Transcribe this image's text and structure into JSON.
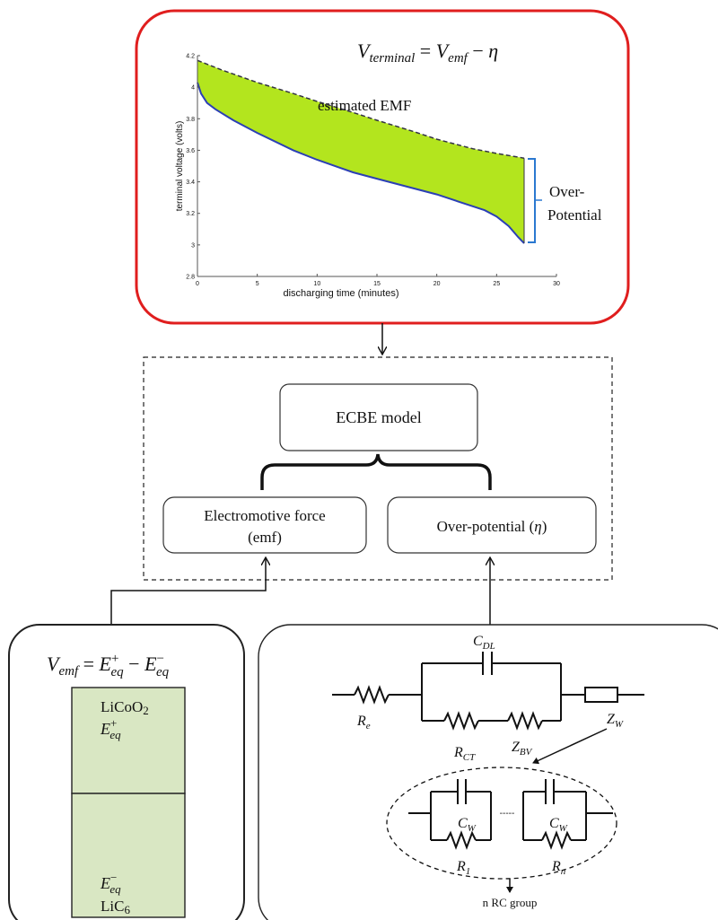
{
  "plot_panel": {
    "equation": {
      "lhs": "V",
      "lhs_sub": "terminal",
      "eq": " = ",
      "rhs": "V",
      "rhs_sub": "emf",
      "minus": " − ",
      "symbol": "η"
    },
    "emf_label": "estimated EMF",
    "overpotential_label_line1": "Over-",
    "overpotential_label_line2": "Potential",
    "border_color": "#e01e1e",
    "fill_color": "#b3e51e",
    "curve_color": "#2b3fb5"
  },
  "chart_data": {
    "type": "area",
    "xlabel": "discharging time (minutes)",
    "ylabel": "terminal voltage (volts)",
    "xlim": [
      0,
      30
    ],
    "ylim": [
      2.8,
      4.2
    ],
    "x_ticks": [
      "0",
      "5",
      "10",
      "15",
      "20",
      "25",
      "30"
    ],
    "y_ticks": [
      "2.8",
      "3",
      "3.2",
      "3.4",
      "3.6",
      "3.8",
      "4",
      "4.2"
    ],
    "series": [
      {
        "name": "estimated EMF",
        "x": [
          0,
          2,
          5,
          8,
          10,
          13,
          15,
          18,
          20,
          23,
          25,
          27.3
        ],
        "y": [
          4.17,
          4.11,
          4.03,
          3.96,
          3.91,
          3.84,
          3.79,
          3.72,
          3.67,
          3.61,
          3.58,
          3.55
        ]
      },
      {
        "name": "terminal voltage",
        "x": [
          0,
          0.3,
          0.8,
          1.5,
          3,
          5,
          8,
          10,
          13,
          15,
          18,
          20,
          22,
          24,
          25,
          26,
          26.8,
          27.3
        ],
        "y": [
          4.03,
          3.96,
          3.9,
          3.86,
          3.79,
          3.71,
          3.6,
          3.54,
          3.46,
          3.42,
          3.36,
          3.32,
          3.27,
          3.22,
          3.18,
          3.12,
          3.05,
          3.01
        ]
      }
    ],
    "grid": false,
    "legend": "none"
  },
  "model_box": {
    "title": "ECBE model",
    "emf_box_line1": "Electromotive force",
    "emf_box_line2": "(emf)",
    "overpotential_box": "Over-potential (",
    "overpotential_symbol": "η",
    "overpotential_close": ")"
  },
  "emf_panel": {
    "equation": {
      "lhs": "V",
      "lhs_sub": "emf",
      "eq": " = ",
      "e1": "E",
      "e1_sub": "eq",
      "e1_sup": "+",
      "minus": " − ",
      "e2": "E",
      "e2_sub": "eq",
      "e2_sup": "−"
    },
    "cathode_label": "LiCoO",
    "cathode_sub": "2",
    "cathode_potential": "E",
    "cathode_potential_sub": "eq",
    "cathode_potential_sup": "+",
    "anode_potential": "E",
    "anode_potential_sub": "eq",
    "anode_potential_sup": "−",
    "anode_label": "LiC",
    "anode_sub": "6",
    "electrode_color": "#d9e7c3"
  },
  "circuit_panel": {
    "labels": {
      "cdl": "C",
      "cdl_sub": "DL",
      "re": "R",
      "re_sub": "e",
      "rct": "R",
      "rct_sub": "CT",
      "zbv": "Z",
      "zbv_sub": "BV",
      "zw": "Z",
      "zw_sub": "W",
      "cw1": "C",
      "cw1_sub": "W",
      "cw2": "C",
      "cw2_sub": "W",
      "r1": "R",
      "r1_sub": "1",
      "rn": "R",
      "rn_sub": "n",
      "dots": "-----"
    },
    "group_label": "n RC group"
  }
}
